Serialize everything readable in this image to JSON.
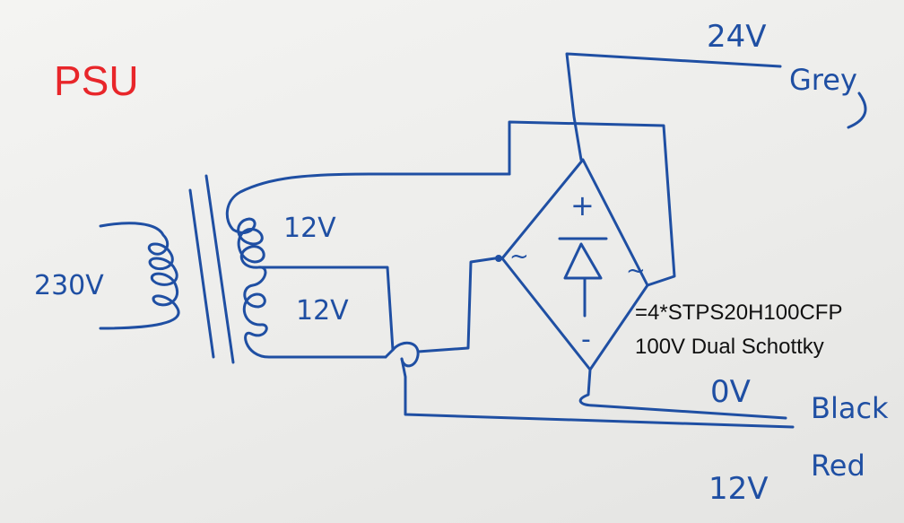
{
  "title": "PSU",
  "input_voltage": "230V",
  "secondary_upper": "12V",
  "secondary_lower": "12V",
  "bridge_plus": "+",
  "bridge_minus": "-",
  "bridge_ac_left": "~",
  "bridge_ac_right": "~",
  "out_24v": "24V",
  "out_24v_color": "Grey",
  "out_0v": "0V",
  "out_0v_color": "Black",
  "out_12v": "12V",
  "out_12v_color": "Red",
  "diode_part": "=4*STPS20H100CFP",
  "diode_desc": "100V Dual Schottky",
  "colors": {
    "ink": "#1f4fa3",
    "title": "#e8262a",
    "printed": "#111111"
  }
}
